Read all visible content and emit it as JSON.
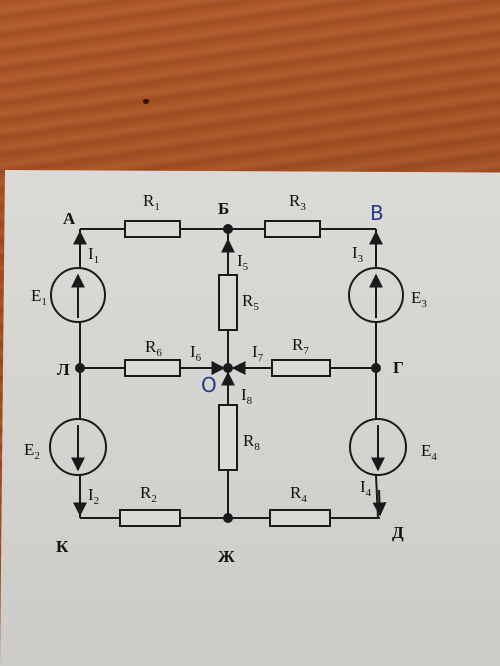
{
  "nodes": {
    "A": "A",
    "B": "Б",
    "V": "B",
    "L": "Л",
    "O": "О",
    "G": "Г",
    "K": "К",
    "Zh": "Ж",
    "D": "Д"
  },
  "resistors": {
    "r1": {
      "letter": "R",
      "sub": "1"
    },
    "r2": {
      "letter": "R",
      "sub": "2"
    },
    "r3": {
      "letter": "R",
      "sub": "3"
    },
    "r4": {
      "letter": "R",
      "sub": "4"
    },
    "r5": {
      "letter": "R",
      "sub": "5"
    },
    "r6": {
      "letter": "R",
      "sub": "6"
    },
    "r7": {
      "letter": "R",
      "sub": "7"
    },
    "r8": {
      "letter": "R",
      "sub": "8"
    }
  },
  "sources": {
    "e1": {
      "letter": "E",
      "sub": "1"
    },
    "e2": {
      "letter": "E",
      "sub": "2"
    },
    "e3": {
      "letter": "E",
      "sub": "3"
    },
    "e4": {
      "letter": "E",
      "sub": "4"
    }
  },
  "currents": {
    "i1": {
      "letter": "I",
      "sub": "1"
    },
    "i2": {
      "letter": "I",
      "sub": "2"
    },
    "i3": {
      "letter": "I",
      "sub": "3"
    },
    "i4": {
      "letter": "I",
      "sub": "4"
    },
    "i5": {
      "letter": "I",
      "sub": "5"
    },
    "i6": {
      "letter": "I",
      "sub": "6"
    },
    "i7": {
      "letter": "I",
      "sub": "7"
    },
    "i8": {
      "letter": "I",
      "sub": "8"
    }
  },
  "colors": {
    "wire": "#1a1a1a",
    "paper": "#d6d4d0",
    "handwriting": "#253a8a",
    "wood": "#a14e22"
  }
}
